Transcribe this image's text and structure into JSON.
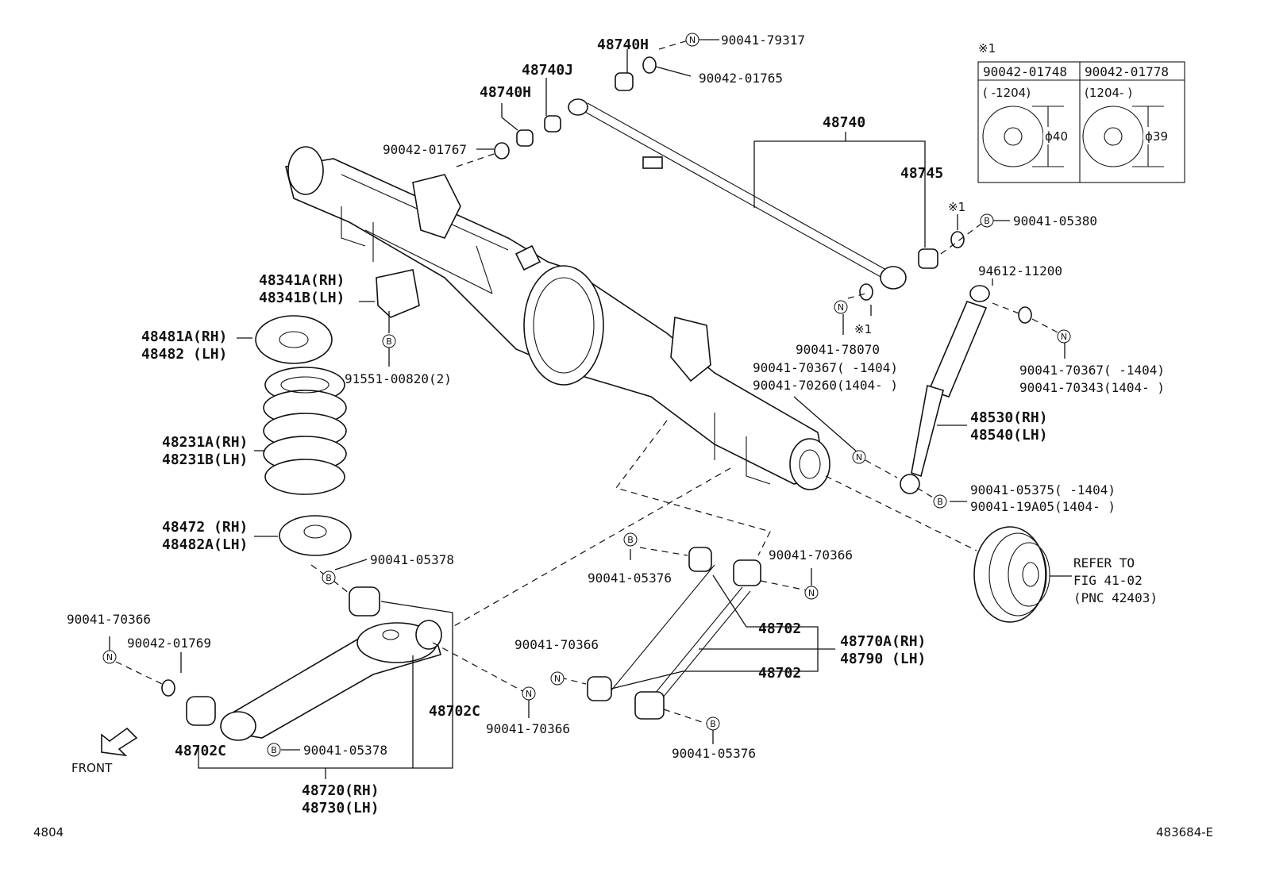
{
  "diagram_code": "483684-E",
  "page_code": "4804",
  "front_label": "FRONT",
  "badges": {
    "n": "N",
    "b": "B"
  },
  "legend": {
    "mark": "※1",
    "col1_part": "90042-01748",
    "col1_range": "(    -1204)",
    "col1_dim": "ϕ40",
    "col2_part": "90042-01778",
    "col2_range": "(1204-     )",
    "col2_dim": "ϕ39"
  },
  "refer": {
    "line1": "REFER TO",
    "line2": "FIG 41-02",
    "line3": "(PNC 42403)"
  },
  "labels": {
    "p48740H_top": "48740H",
    "p90041_79317": "90041-79317",
    "p48740J": "48740J",
    "p90042_01765": "90042-01765",
    "p48740H_mid": "48740H",
    "p90042_01767": "90042-01767",
    "p48740": "48740",
    "p48745": "48745",
    "mark_a": "※1",
    "p90041_05380": "90041-05380",
    "p94612_11200": "94612-11200",
    "mark_b": "※1",
    "p90041_78070": "90041-78070",
    "p90041_70367a": "90041-70367(    -1404)",
    "p90041_70260": "90041-70260(1404-    )",
    "p90041_70367b": "90041-70367(    -1404)",
    "p90041_70343": "90041-70343(1404-    )",
    "p48530": "48530(RH)",
    "p48540": "48540(LH)",
    "p90041_05375": "90041-05375(    -1404)",
    "p90041_19a05": "90041-19A05(1404-    )",
    "p48341A": "48341A(RH)",
    "p48341B": "48341B(LH)",
    "p48481A": "48481A(RH)",
    "p48482": "48482 (LH)",
    "p91551": "91551-00820(2)",
    "p48231A": "48231A(RH)",
    "p48231B": "48231B(LH)",
    "p48472": "48472 (RH)",
    "p48482A": "48482A(LH)",
    "p90041_05378a": "90041-05378",
    "p90041_70366a": "90041-70366",
    "p90042_01769": "90042-01769",
    "p48702C_a": "48702C",
    "p48702C_b": "48702C",
    "p90041_05378b": "90041-05378",
    "p48720": "48720(RH)",
    "p48730": "48730(LH)",
    "p90041_70366b": "90041-70366",
    "p90041_70366c": "90041-70366",
    "p90041_05376a": "90041-05376",
    "p90041_70366d": "90041-70366",
    "p48702_a": "48702",
    "p48702_b": "48702",
    "p48770A": "48770A(RH)",
    "p48790": "48790 (LH)",
    "p90041_05376b": "90041-05376"
  }
}
